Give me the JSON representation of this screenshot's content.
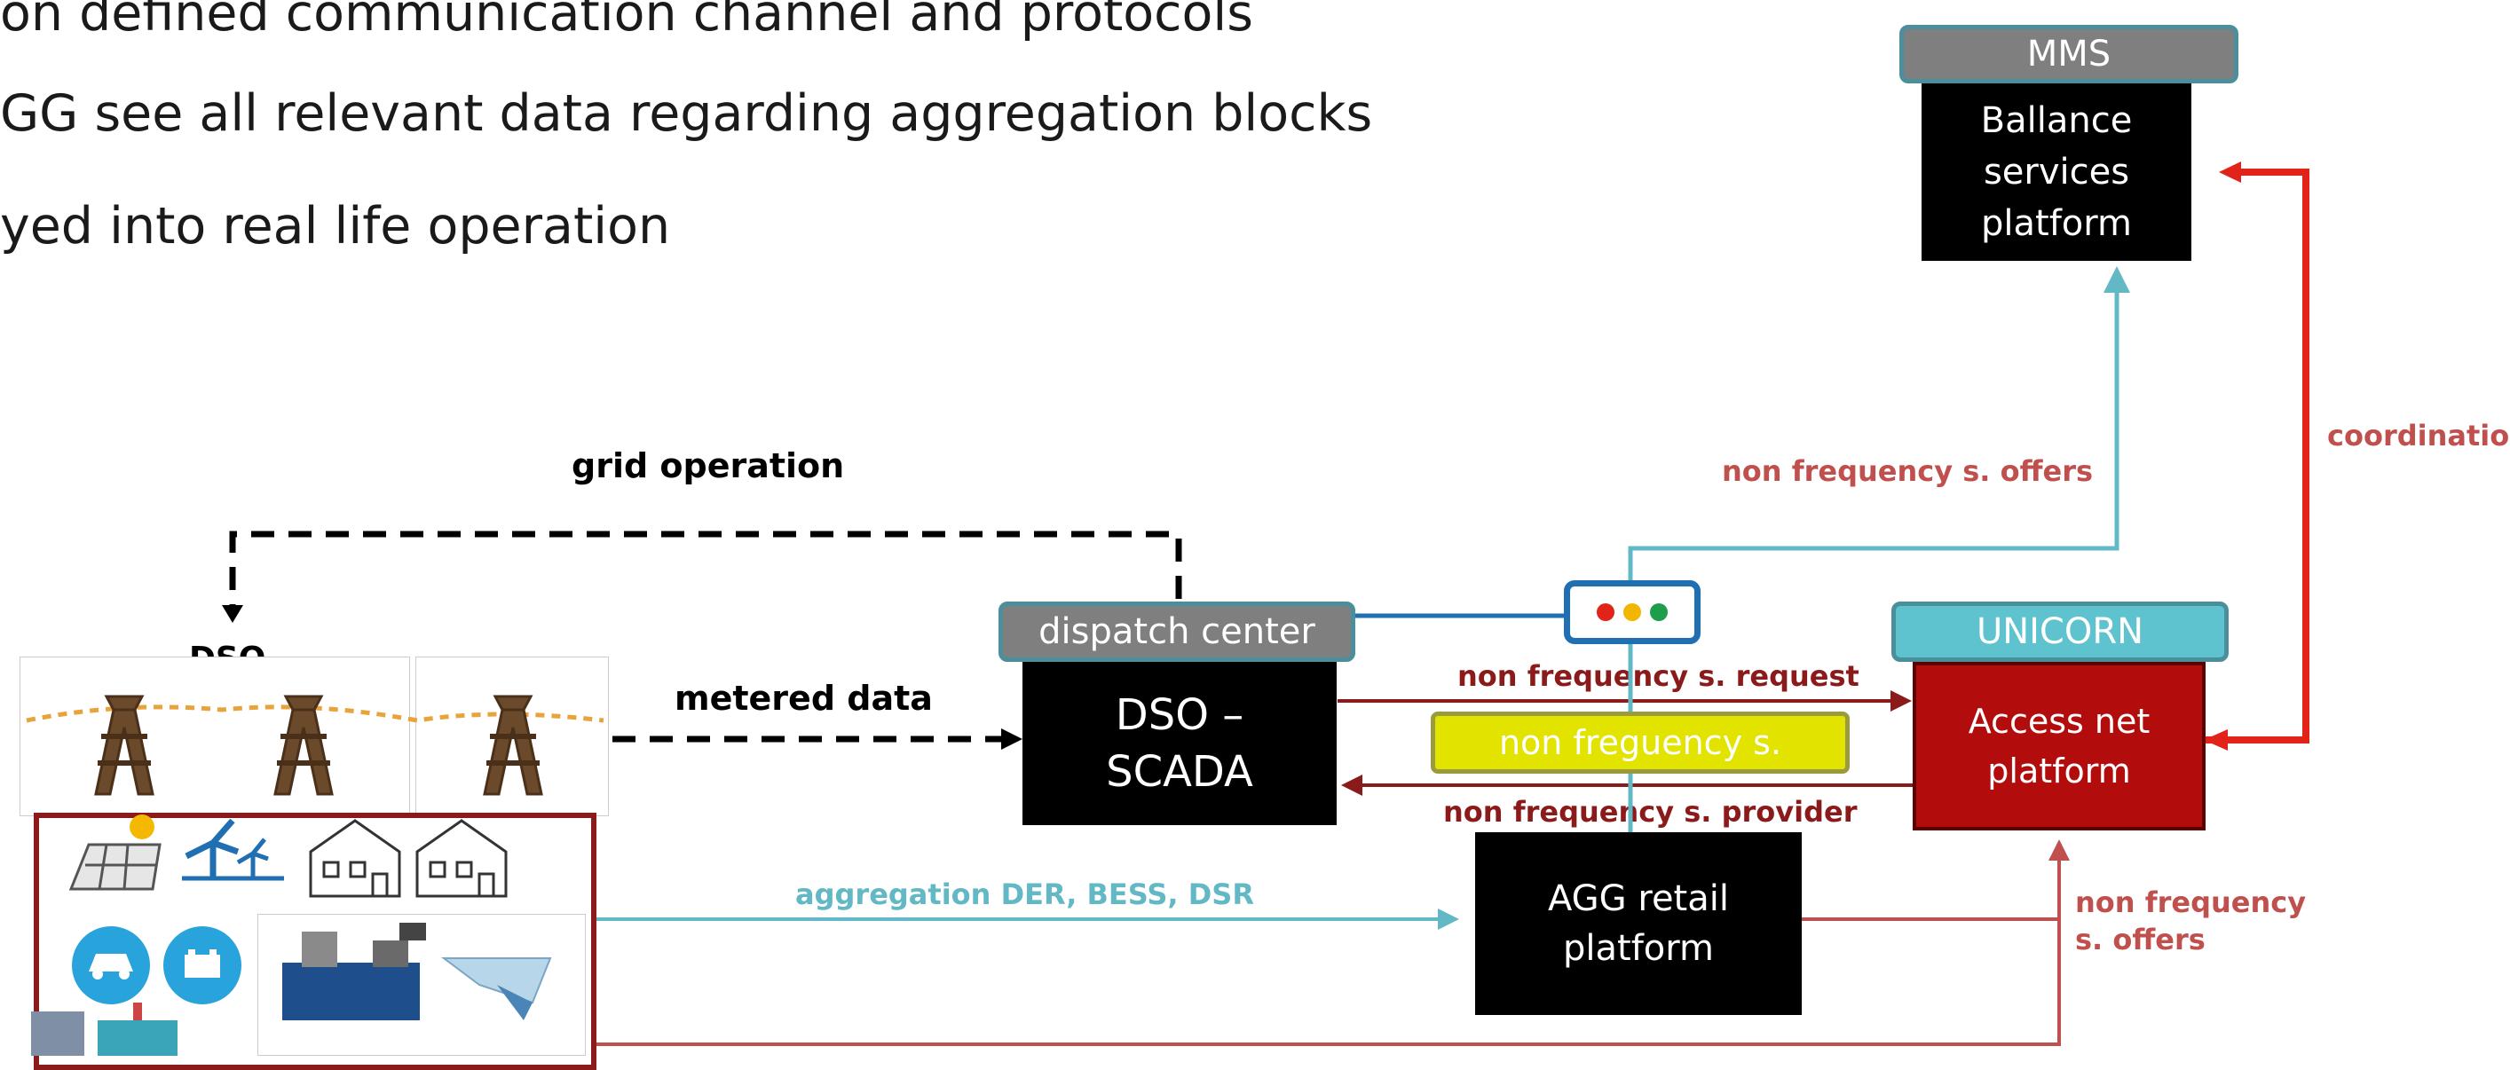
{
  "bullets": [
    "on defined communication channel and protocols",
    "GG see all relevant data regarding aggregation blocks",
    "yed into real life operation"
  ],
  "boxes": {
    "mms_header": "MMS",
    "mms_body": "Ballance services platform",
    "dispatch_header": "dispatch center",
    "dso_scada": "DSO – SCADA",
    "unicorn_header": "UNICORN",
    "access_net": "Access net platform",
    "agg_retail": "AGG retail platform",
    "non_freq_bar": "non freguency s."
  },
  "labels": {
    "grid_operation": "grid operation",
    "dso": "DSO",
    "metered_data": "metered data",
    "nfs_offers_top": "non frequency s. offers",
    "coordination": "coordination",
    "nfs_request": "non frequency s. request",
    "nfs_provider": "non frequency s. provider",
    "aggregation": "aggregation  DER, BESS, DSR",
    "nfs_offers_bottom": "non frequency s. offers"
  },
  "icons": [
    "traffic-light-icon",
    "pylon-icon",
    "solar-panel-icon",
    "wind-turbine-icon",
    "house-icon",
    "ev-icon",
    "battery-icon",
    "generator-icon",
    "hydro-dam-icon",
    "industrial-plant-icon"
  ],
  "colors": {
    "teal": "#62b8c4",
    "dark_red": "#8b1a1a",
    "red": "#e2231a",
    "access_red": "#b30c0c",
    "label_red": "#c0504d",
    "yellow": "#e3e300",
    "black": "#000000",
    "gray_header": "#7f7f7f",
    "blue_link": "#1f6fb2"
  }
}
